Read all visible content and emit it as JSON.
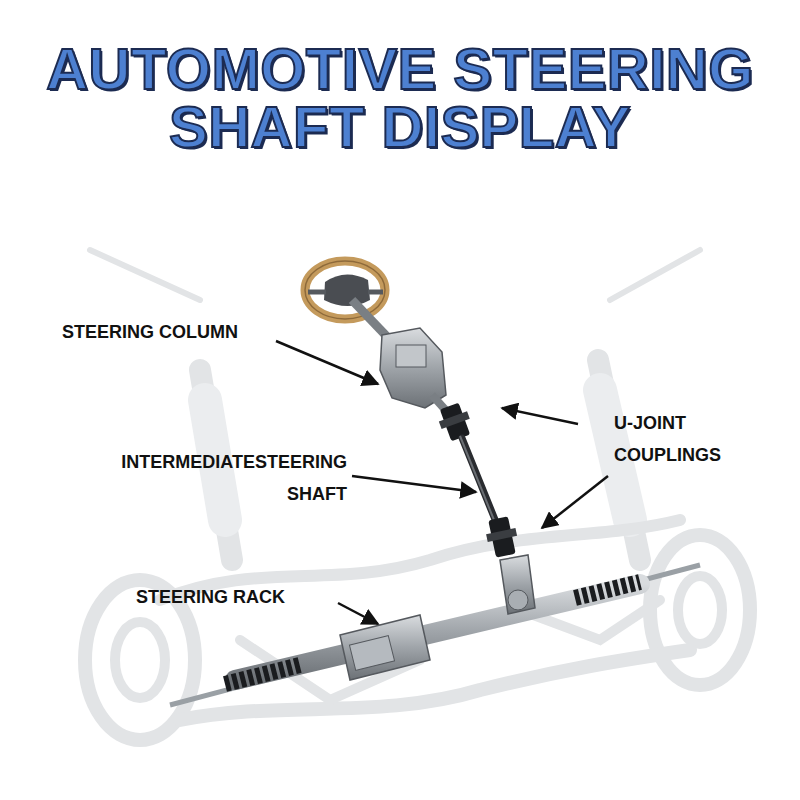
{
  "diagram": {
    "title": "AUTOMOTIVE STEERING SHAFT DISPLAY",
    "labels": [
      "STEERING COLUMN",
      "INTERMEDIATESTEERING SHAFT",
      "U-JOINT COUPLINGS",
      "STEERING RACK"
    ]
  }
}
